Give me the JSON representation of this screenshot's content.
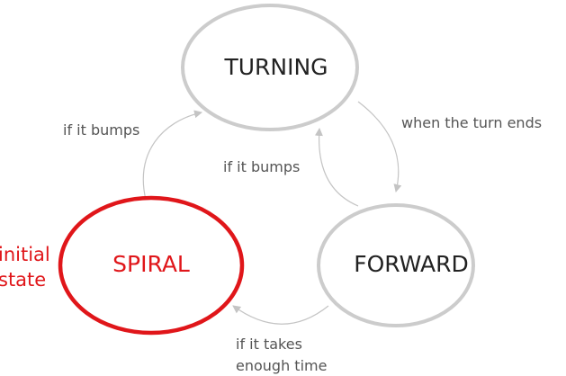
{
  "colors": {
    "node_stroke": "#cccccc",
    "initial_stroke": "#e0161a",
    "edge_stroke": "#c4c4c4",
    "node_text": "#222222",
    "initial_text": "#e0161a",
    "edge_text": "#555555"
  },
  "nodes": {
    "turning": {
      "label": "TURNING"
    },
    "forward": {
      "label": "FORWARD"
    },
    "spiral": {
      "label": "SPIRAL",
      "initial": true
    }
  },
  "edges": {
    "turning_to_forward": {
      "from": "TURNING",
      "to": "FORWARD",
      "label": "when the turn ends"
    },
    "spiral_to_turning": {
      "from": "SPIRAL",
      "to": "TURNING",
      "label": "if it bumps"
    },
    "forward_to_turning": {
      "from": "FORWARD",
      "to": "TURNING",
      "label": "if it bumps"
    },
    "forward_to_spiral": {
      "from": "FORWARD",
      "to": "SPIRAL",
      "label_line1": "if it takes",
      "label_line2": "enough time"
    }
  },
  "initial_note": {
    "line1": "initial",
    "line2": "state"
  }
}
